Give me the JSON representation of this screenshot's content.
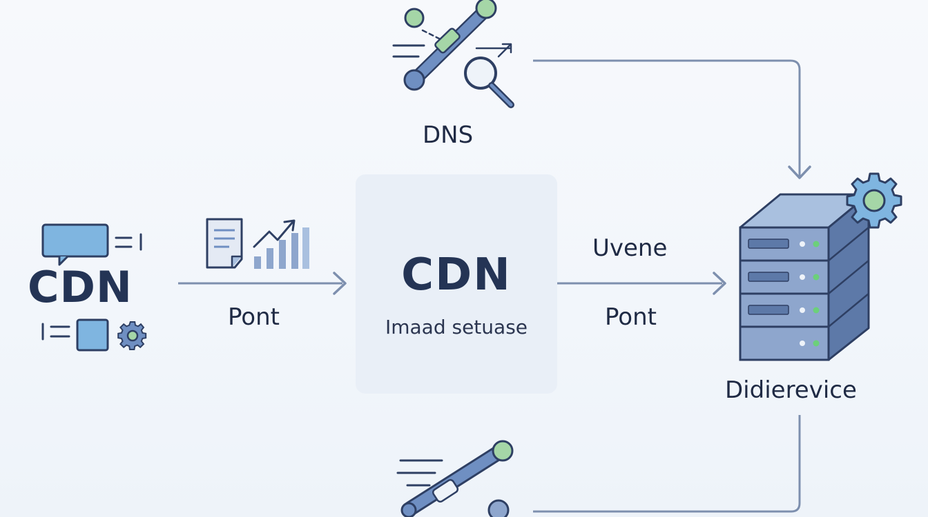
{
  "left_node": {
    "title": "CDN"
  },
  "center_node": {
    "title": "CDN",
    "subtitle": "Imaad setuase"
  },
  "dns_node": {
    "label": "DNS"
  },
  "device_node": {
    "label": "Didierevice"
  },
  "edges": {
    "left_to_center": {
      "label": "Pont"
    },
    "center_to_device_top": {
      "label": "Uvene"
    },
    "center_to_device_bottom": {
      "label": "Pont"
    }
  },
  "icons": {
    "dns": "satellite-search-icon",
    "bottom": "satellite-icon",
    "left_top": "chat-bubble-icon",
    "left_bottom_square": "square-icon",
    "left_gear": "gear-icon",
    "document": "document-icon",
    "bar_chart": "bar-chart-icon",
    "server": "server-rack-icon",
    "server_gear": "gear-icon"
  },
  "colors": {
    "arrow": "#7d8fae",
    "icon_blue": "#6f8fc2",
    "icon_dark": "#2e3f63",
    "icon_green": "#a5d6a7",
    "server_light": "#8ea6cd",
    "led": "#6cd07a"
  }
}
